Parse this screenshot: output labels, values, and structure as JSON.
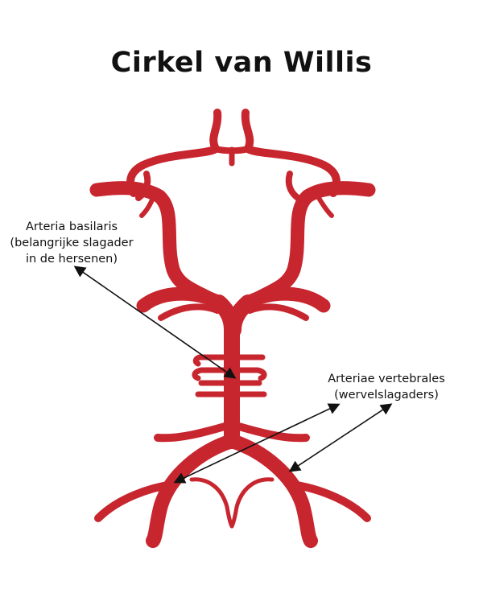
{
  "title": "Cirkel van Willis",
  "colors": {
    "artery": "#c8262f",
    "text": "#111111",
    "arrow": "#111111",
    "background": "#ffffff"
  },
  "labels": {
    "basilaris": {
      "line1": "Arteria basilaris",
      "line2": "(belangrijke slagader",
      "line3": "in de hersenen)"
    },
    "vertebrales": {
      "line1": "Arteriae vertebrales",
      "line2": "(wervelslagaders)"
    }
  }
}
